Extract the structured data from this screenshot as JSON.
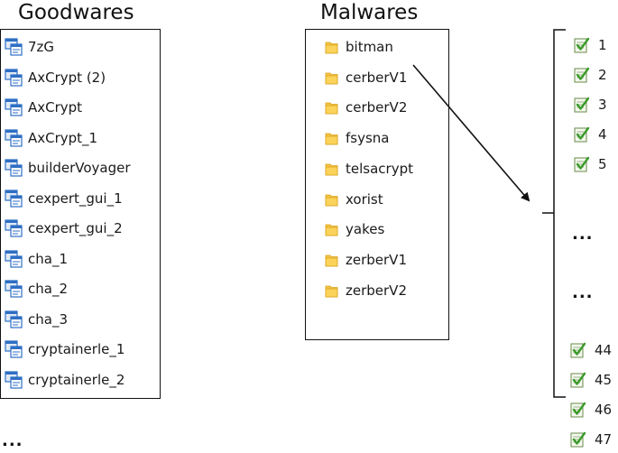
{
  "goodwares": {
    "title": "Goodwares",
    "items": [
      "7zG",
      "AxCrypt (2)",
      "AxCrypt",
      "AxCrypt_1",
      "builderVoyager",
      "cexpert_gui_1",
      "cexpert_gui_2",
      "cha_1",
      "cha_2",
      "cha_3",
      "cryptainerle_1",
      "cryptainerle_2"
    ],
    "ellipsis": "..."
  },
  "malwares": {
    "title": "Malwares",
    "items": [
      "bitman",
      "cerberV1",
      "cerberV2",
      "fsysna",
      "telsacrypt",
      "xorist",
      "yakes",
      "zerberV1",
      "zerberV2"
    ]
  },
  "samples": {
    "top_items": [
      "1",
      "2",
      "3",
      "4",
      "5"
    ],
    "ellipsis_1": "...",
    "ellipsis_2": "...",
    "bottom_items": [
      "44",
      "45",
      "46",
      "47"
    ]
  },
  "colors": {
    "folder": "#f6c342",
    "app_icon_blue": "#2f6fc4",
    "check_green": "#3a9a2a"
  }
}
